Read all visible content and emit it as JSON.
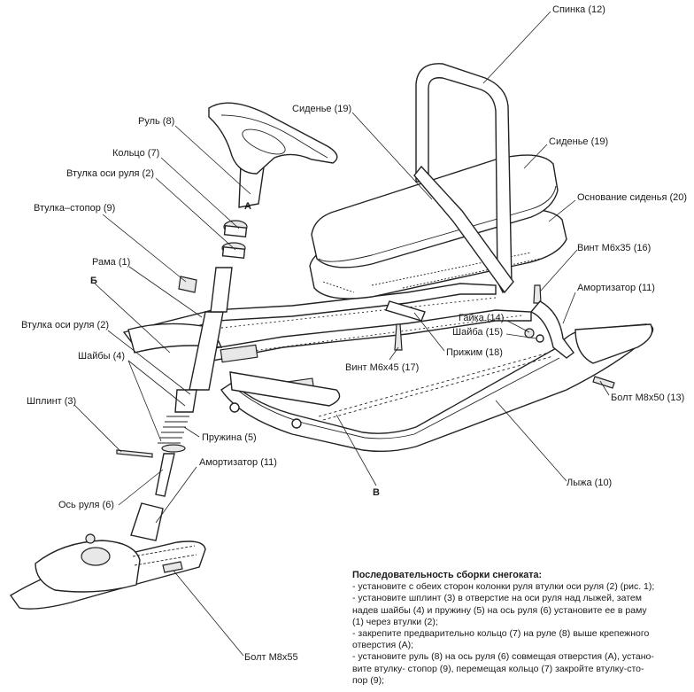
{
  "labels": {
    "spinka": "Спинка (12)",
    "sidenie_left": "Сиденье (19)",
    "sidenie_right": "Сиденье (19)",
    "osnovanie": "Основание сиденья (20)",
    "vint_m6x35": "Винт М6х35 (16)",
    "amortizator_top": "Амортизатор (11)",
    "gaika": "Гайка (14)",
    "shaiba": "Шайба (15)",
    "prizhim": "Прижим (18)",
    "vint_m6x45": "Винт М6х45 (17)",
    "bolt_m8x50": "Болт М8х50 (13)",
    "lyzha": "Лыжа (10)",
    "rul": "Руль (8)",
    "koltso": "Кольцо (7)",
    "vtulka_osi_top": "Втулка оси руля (2)",
    "vtulka_stopor": "Втулка–стопор (9)",
    "rama": "Рама (1)",
    "mark_b": "Б",
    "mark_a": "А",
    "mark_v": "В",
    "vtulka_osi_bottom": "Втулка оси руля (2)",
    "shaiby": "Шайбы (4)",
    "shplint": "Шплинт (3)",
    "pruzhina": "Пружина (5)",
    "amortizator_bottom": "Амортизатор (11)",
    "os_rulya": "Ось руля (6)",
    "bolt_m8x55": "Болт М8х55"
  },
  "instructions": {
    "title": "Последовательность сборки снегоката:",
    "steps": [
      "- установите с обеих сторон колонки руля втулки оси руля (2) (рис. 1);",
      "- установите шплинт (3) в отверстие на оси руля над лыжей, затем",
      "надев шайбы (4) и пружину (5) на ось руля (6) установите ее в раму",
      "(1) через втулки (2);",
      "- закрепите предварительно кольцо (7) на руле (8) выше крепежного",
      "отверстия (А);",
      "- установите руль (8) на ось руля (6) совмещая отверстия (А), устано-",
      "вите втулку- стопор (9), перемещая кольцо (7) закройте втулку-сто-",
      "пор (9);"
    ]
  }
}
